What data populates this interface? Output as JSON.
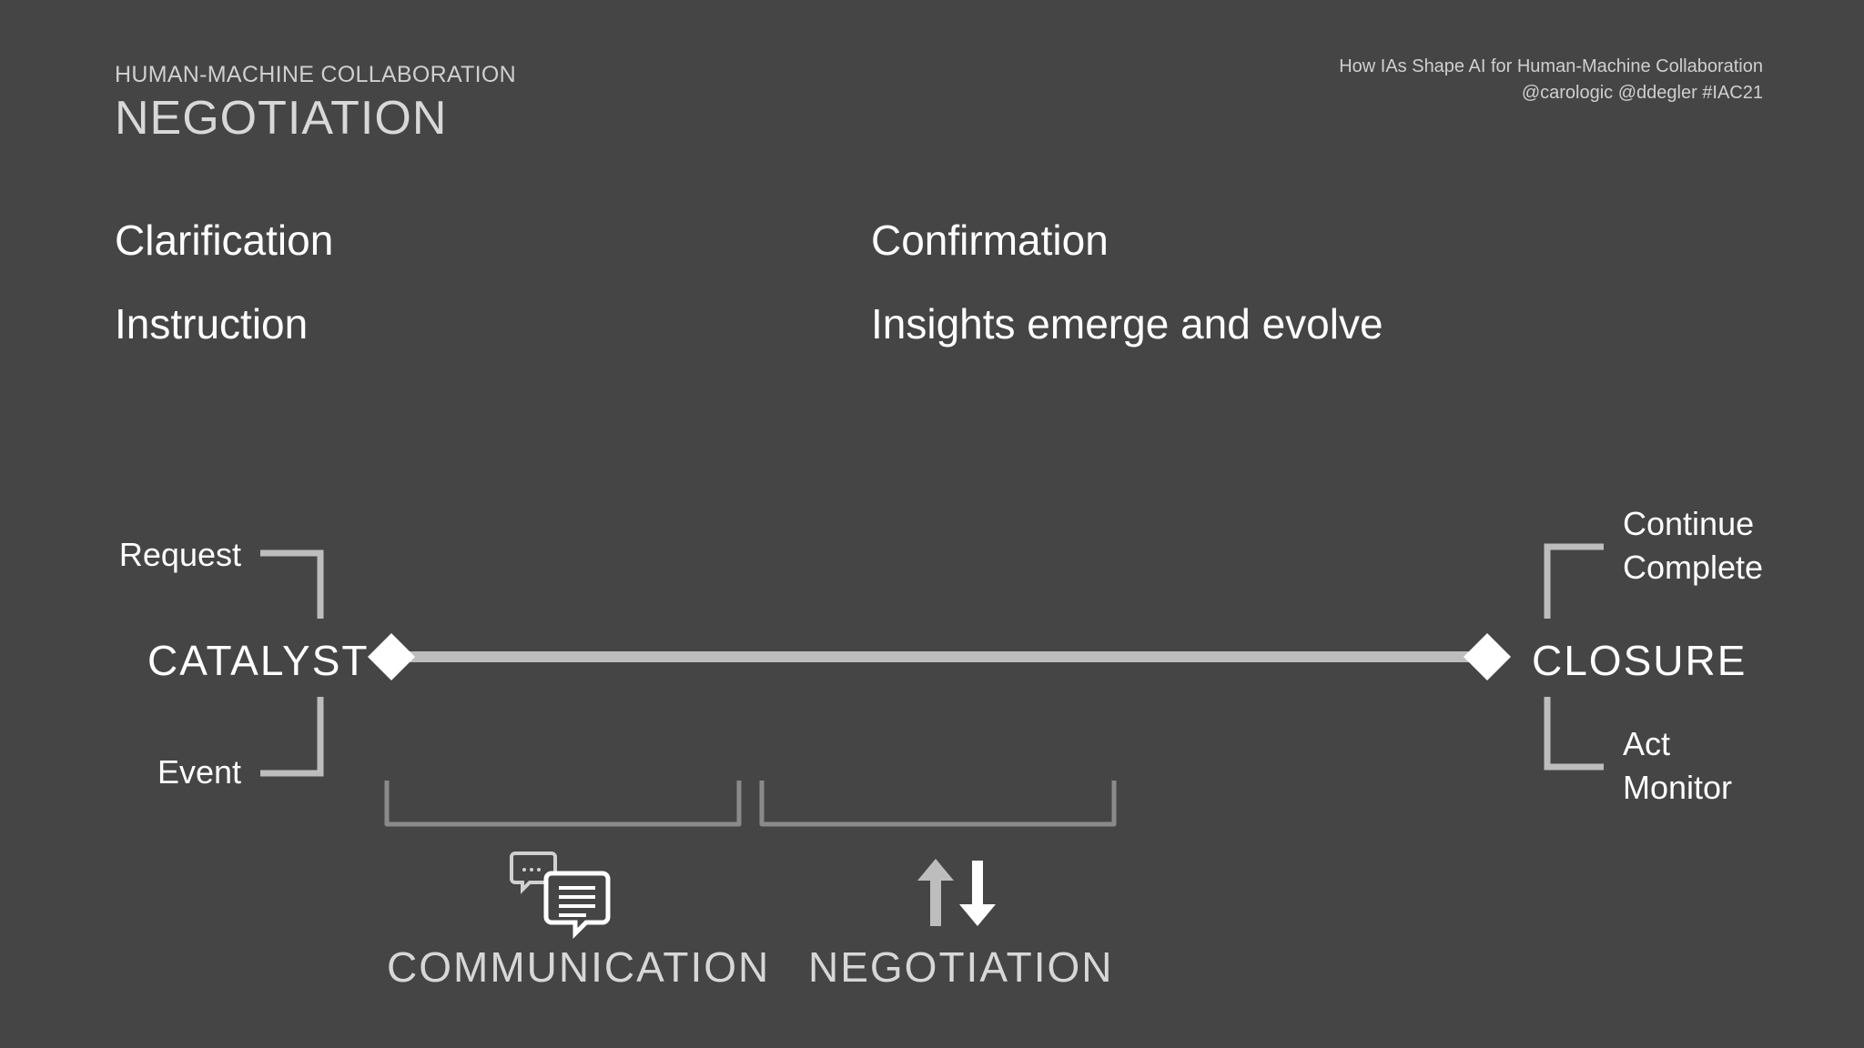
{
  "header": {
    "eyebrow": "HUMAN-MACHINE COLLABORATION",
    "title": "NEGOTIATION",
    "credit_line1": "How IAs Shape AI for Human-Machine Collaboration",
    "credit_line2": "@carologic  @ddegler  #IAC21"
  },
  "phases": {
    "left": [
      "Clarification",
      "Instruction"
    ],
    "right": [
      "Confirmation",
      "Insights emerge and evolve"
    ]
  },
  "timeline": {
    "start": {
      "label": "CATALYST",
      "top_item": "Request",
      "bottom_item": "Event"
    },
    "end": {
      "label": "CLOSURE",
      "top_items": [
        "Continue",
        "Complete"
      ],
      "bottom_items": [
        "Act",
        "Monitor"
      ]
    }
  },
  "stages": [
    {
      "label": "COMMUNICATION",
      "icon": "chat-bubbles-icon"
    },
    {
      "label": "NEGOTIATION",
      "icon": "up-down-arrows-icon"
    }
  ],
  "colors": {
    "background": "#454545",
    "timeline_bar": "#bdbdbd",
    "bracket": "#bdbdbd",
    "stage_bracket": "#8a8a8a",
    "diamond": "#ffffff"
  }
}
